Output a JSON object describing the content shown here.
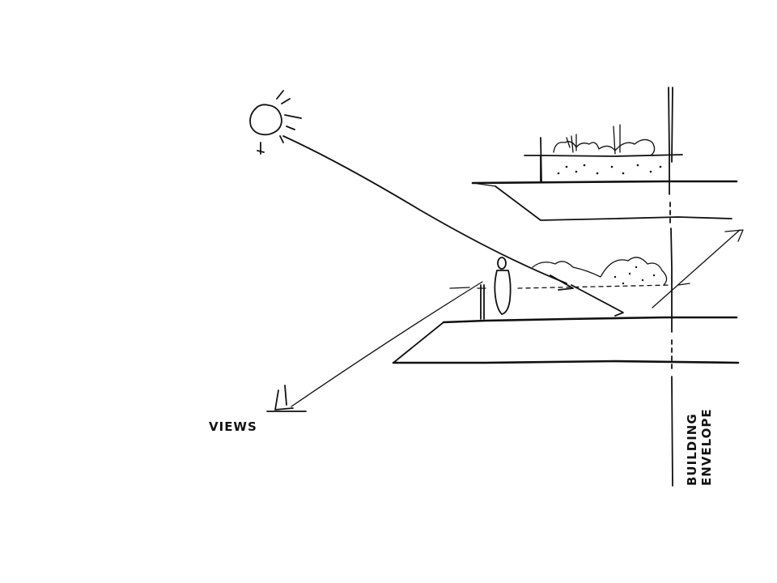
{
  "labels": {
    "views": "VIEWS",
    "envelope_line1": "BUILDING",
    "envelope_line2": "ENVELOPE"
  },
  "colors": {
    "ink": "#111111",
    "paper": "#ffffff"
  },
  "icons": [
    "sun-icon",
    "person-figure",
    "vegetation-shrubs"
  ]
}
